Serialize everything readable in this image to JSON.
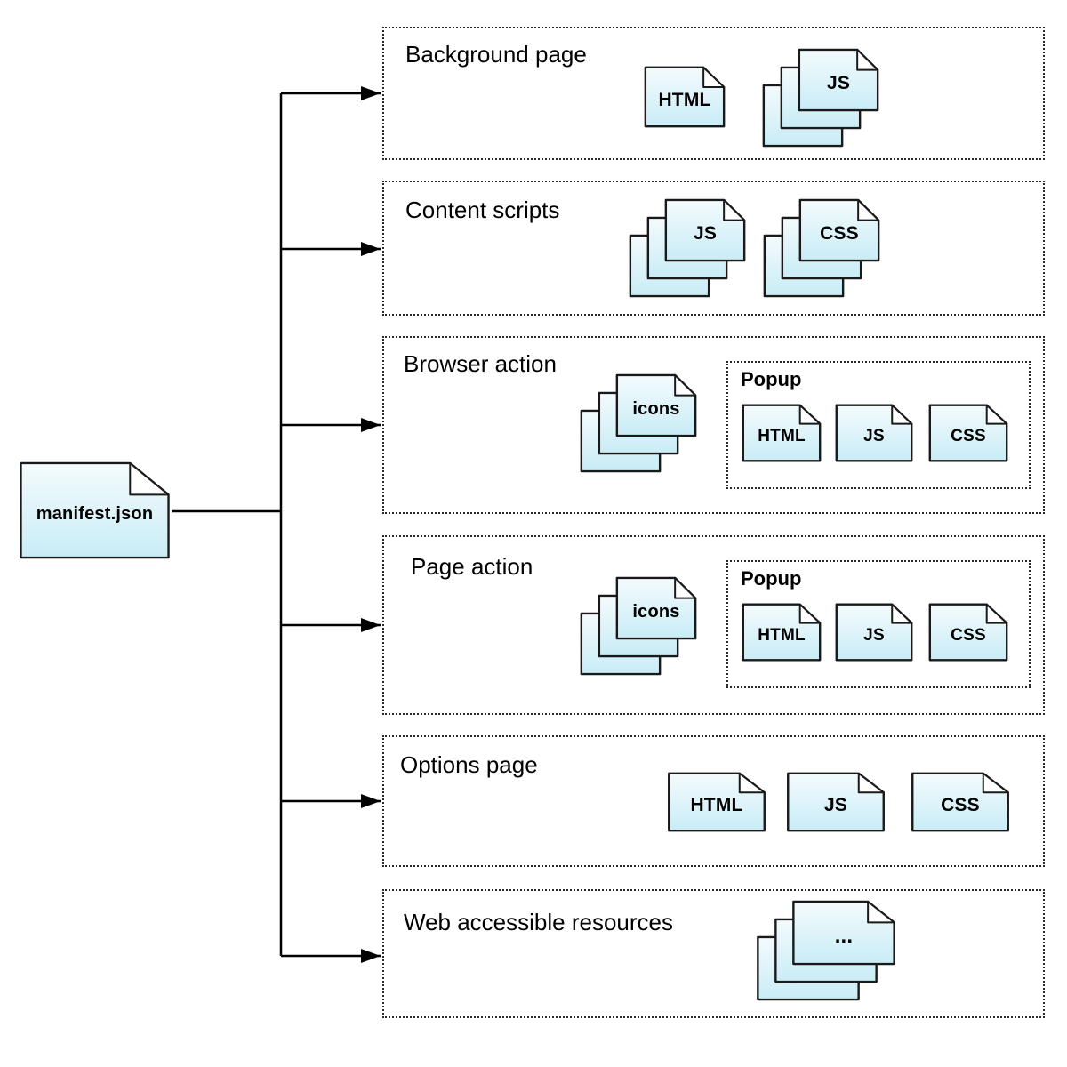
{
  "root_file": {
    "label": "manifest.json"
  },
  "boxes": [
    {
      "label": "Background page",
      "file_html": "HTML",
      "stack_js": "JS"
    },
    {
      "label": "Content scripts",
      "stack_js": "JS",
      "stack_css": "CSS"
    },
    {
      "label": "Browser action",
      "stack_icons": "icons",
      "popup": {
        "label": "Popup",
        "file_html": "HTML",
        "file_js": "JS",
        "file_css": "CSS"
      }
    },
    {
      "label": "Page action",
      "stack_icons": "icons",
      "popup": {
        "label": "Popup",
        "file_html": "HTML",
        "file_js": "JS",
        "file_css": "CSS"
      }
    },
    {
      "label": "Options page",
      "file_html": "HTML",
      "file_js": "JS",
      "file_css": "CSS"
    },
    {
      "label": "Web accessible resources",
      "stack_more": "..."
    }
  ],
  "colors": {
    "sheet_fill_top": "#f4fbfd",
    "sheet_fill_bottom": "#c9ecf6",
    "sheet_stroke": "#1a1a1a",
    "line_color": "#000000",
    "box_border": "#2a2a2a"
  }
}
